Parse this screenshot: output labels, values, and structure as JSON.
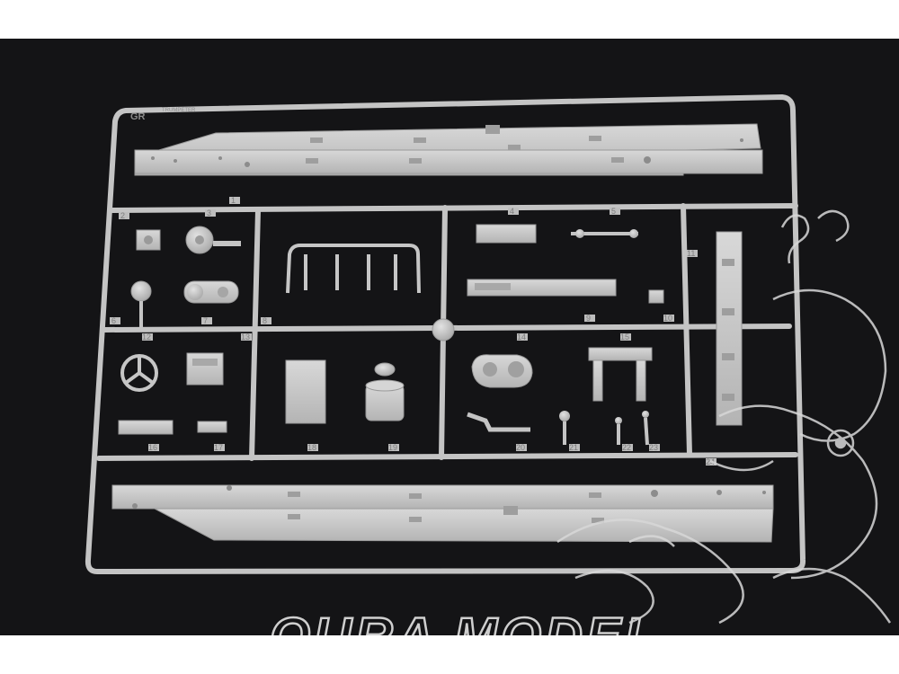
{
  "sprue": {
    "code": "GR",
    "maker_text": "TRUMPETER",
    "part_numbers": [
      "1",
      "2",
      "3",
      "4",
      "5",
      "6",
      "7",
      "8",
      "9",
      "10",
      "11",
      "12",
      "13",
      "14",
      "15",
      "16",
      "17",
      "18",
      "19",
      "20",
      "21",
      "22",
      "23",
      "24"
    ]
  },
  "watermark": {
    "text": "OURA MODEL"
  },
  "colors": {
    "background": "#141416",
    "plastic": "#c9c9c9",
    "plastic_shadow": "#9c9c9c"
  }
}
